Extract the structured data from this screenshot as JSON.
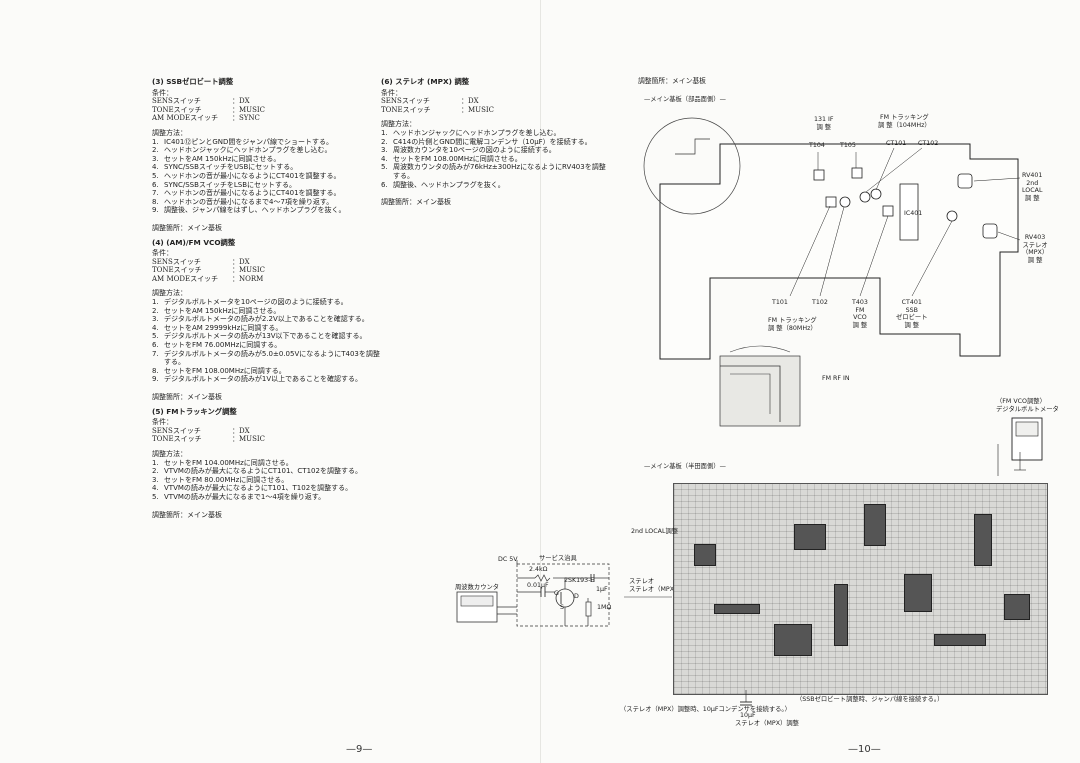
{
  "left_page": {
    "section3": {
      "title": "(3) SSBゼロビート調整",
      "cond_label": "条件：",
      "conditions": [
        {
          "k": "SENSスイッチ",
          "v": "：DX"
        },
        {
          "k": "TONEスイッチ",
          "v": "：MUSIC"
        },
        {
          "k": "AM MODEスイッチ",
          "v": "：SYNC"
        }
      ],
      "method_label": "調整方法：",
      "steps": [
        {
          "n": "1.",
          "t": "IC401⑫ピンとGND間をジャンパ線でショートする。"
        },
        {
          "n": "2.",
          "t": "ヘッドホンジャックにヘッドホンプラグを差し込む。"
        },
        {
          "n": "3.",
          "t": "セットをAM 150kHzに同調させる。"
        },
        {
          "n": "4.",
          "t": "SYNC/SSBスイッチをUSBにセットする。"
        },
        {
          "n": "5.",
          "t": "ヘッドホンの音が最小になるようにCT401を調整する。"
        },
        {
          "n": "6.",
          "t": "SYNC/SSBスイッチをLSBにセットする。"
        },
        {
          "n": "7.",
          "t": "ヘッドホンの音が最小になるようにCT401を調整する。"
        },
        {
          "n": "8.",
          "t": "ヘッドホンの音が最小になるまで4～7項を繰り返す。"
        },
        {
          "n": "9.",
          "t": "調整後、ジャンパ線をはずし、ヘッドホンプラグを抜く。"
        }
      ],
      "location": "調整箇所：メイン基板"
    },
    "section4": {
      "title": "(4) (AM)/FM VCO調整",
      "cond_label": "条件：",
      "conditions": [
        {
          "k": "SENSスイッチ",
          "v": "：DX"
        },
        {
          "k": "TONEスイッチ",
          "v": "：MUSIC"
        },
        {
          "k": "AM MODEスイッチ",
          "v": "：NORM"
        }
      ],
      "method_label": "調整方法：",
      "steps": [
        {
          "n": "1.",
          "t": "デジタルボルトメータを10ページの図のように接続する。"
        },
        {
          "n": "2.",
          "t": "セットをAM 150kHzに同調させる。"
        },
        {
          "n": "3.",
          "t": "デジタルボルトメータの読みが2.2V以上であることを確認する。"
        },
        {
          "n": "4.",
          "t": "セットをAM 29999kHzに同調する。"
        },
        {
          "n": "5.",
          "t": "デジタルボルトメータの読みが13V以下であることを確認する。"
        },
        {
          "n": "6.",
          "t": "セットをFM 76.00MHzに同調する。"
        },
        {
          "n": "7.",
          "t": "デジタルボルトメータの読みが5.0±0.05VになるようにT403を調整する。"
        },
        {
          "n": "8.",
          "t": "セットをFM 108.00MHzに同調する。"
        },
        {
          "n": "9.",
          "t": "デジタルボルトメータの読みが1V以上であることを確認する。"
        }
      ],
      "location": "調整箇所：メイン基板"
    },
    "section5": {
      "title": "(5) FMトラッキング調整",
      "cond_label": "条件：",
      "conditions": [
        {
          "k": "SENSスイッチ",
          "v": "：DX"
        },
        {
          "k": "TONEスイッチ",
          "v": "：MUSIC"
        }
      ],
      "method_label": "調整方法：",
      "steps": [
        {
          "n": "1.",
          "t": "セットをFM 104.00MHzに同調させる。"
        },
        {
          "n": "2.",
          "t": "VTVMの読みが最大になるようにCT101、CT102を調整する。"
        },
        {
          "n": "3.",
          "t": "セットをFM 80.00MHzに同調させる。"
        },
        {
          "n": "4.",
          "t": "VTVMの読みが最大になるようにT101、T102を調整する。"
        },
        {
          "n": "5.",
          "t": "VTVMの読みが最大になるまで1～4項を繰り返す。"
        }
      ],
      "location": "調整箇所：メイン基板"
    },
    "section6": {
      "title": "(6) ステレオ (MPX) 調整",
      "cond_label": "条件：",
      "conditions": [
        {
          "k": "SENSスイッチ",
          "v": "：DX"
        },
        {
          "k": "TONEスイッチ",
          "v": "：MUSIC"
        }
      ],
      "method_label": "調整方法：",
      "steps": [
        {
          "n": "1.",
          "t": "ヘッドホンジャックにヘッドホンプラグを差し込む。"
        },
        {
          "n": "2.",
          "t": "C414の片側とGND間に電解コンデンサ（10μF）を接続する。"
        },
        {
          "n": "3.",
          "t": "周波数カウンタを10ページの図のように接続する。"
        },
        {
          "n": "4.",
          "t": "セットをFM 108.00MHzに同調させる。"
        },
        {
          "n": "5.",
          "t": "周波数カウンタの読みが76kHz±300HzになるようにRV403を調整する。"
        },
        {
          "n": "6.",
          "t": "調整後、ヘッドホンプラグを抜く。"
        }
      ],
      "location": "調整箇所：メイン基板"
    },
    "page_number": "—9—"
  },
  "right_page": {
    "location_header": "調整箇所：メイン基板",
    "top_board_caption": "—メイン基板（部品面側）—",
    "bottom_board_caption": "—メイン基板（半田面側）—",
    "labels": {
      "if_adj": "131 IF",
      "if_adj2": "調 整",
      "t104": "T104",
      "t105": "T105",
      "fm_track": "FM トラッキング",
      "fm_track2": "調 整（104MHz）",
      "ct101": "CT101",
      "ct102": "CT102",
      "rv401": "RV401",
      "second": "2nd",
      "local": "LOCAL",
      "chousei": "調 整",
      "rv403": "RV403",
      "stereo": "ステレオ",
      "mpx": "（MPX）",
      "t101": "T101",
      "t102": "T102",
      "fm_track_b": "FM トラッキング",
      "fm_track_b2": "調 整（80MHz）",
      "t403": "T403",
      "fm": "FM",
      "vco": "VCO",
      "ct401": "CT401",
      "ssb": "SSB",
      "zerobeat": "ゼロビート",
      "ic401": "IC401",
      "fm_rf_in": "FM RF IN",
      "fm_vco_adj": "（FM VCO調整）",
      "dvm": "デジタルボルトメータ",
      "second_local_adj": "2nd LOCAL調整",
      "stereo_mpx_adj": "ステレオ（MPX）調整",
      "ssb_note": "（SSBゼロビート調整時、ジャンパ線を接続する。）",
      "mpx_note": "（ステレオ（MPX）調整時、10μFコンデンサを接続する。）",
      "cap_10uf": "10μF",
      "stereo_mpx_adj2": "ステレオ（MPX）調整",
      "dc5v": "DC 5V",
      "service_jig": "サービス治具",
      "r24k": "2.4kΩ",
      "c001": "0.01μF",
      "fet": "2SK193-E",
      "c1uf": "1μF",
      "r1m": "1MΩ",
      "freq_counter": "周波数カウンタ",
      "s": "S",
      "g": "G",
      "d": "D"
    },
    "page_number": "—10—"
  }
}
